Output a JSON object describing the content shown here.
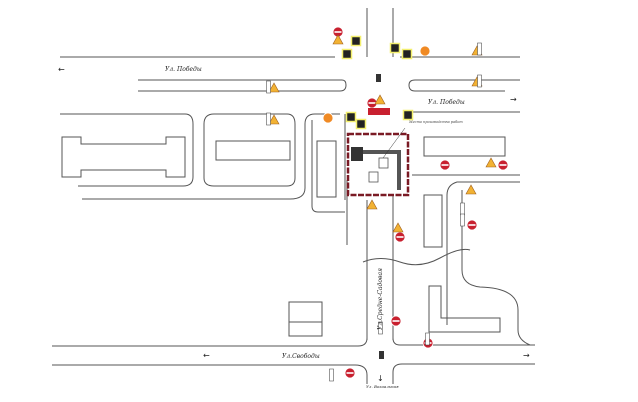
{
  "streets": {
    "pobedy_west": "Ул. Победы",
    "pobedy_east": "Ул. Победы",
    "svobody": "Ул.Свободы",
    "sredne_sadovaya": "Ул.Средне-Садовая",
    "vokzalnaya": "Ул. Вокзальная"
  },
  "work_site_label": "Место производства работ",
  "colors": {
    "prohibition_red": "#c8202f",
    "warning_yellow": "#f2b233",
    "pedestrian_yellow": "#f3ef6e",
    "work_zone": "#7a1a24"
  }
}
